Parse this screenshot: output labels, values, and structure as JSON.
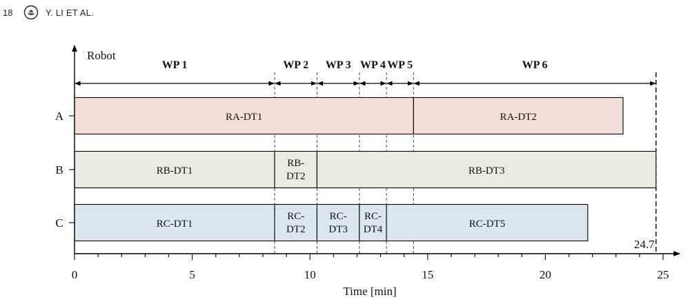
{
  "header": {
    "page_number": "18",
    "logo_icon": "journal-logo-icon",
    "running_head": "Y. LI ET AL."
  },
  "chart_data": {
    "type": "gantt",
    "xlabel": "Time  [min]",
    "ylabel": "Robot",
    "xlim": [
      0,
      25
    ],
    "xticks": [
      0,
      5,
      10,
      15,
      20,
      25
    ],
    "minor_tick_step": 1,
    "robots": [
      "A",
      "B",
      "C"
    ],
    "work_packages": [
      {
        "label": "WP 1",
        "start": 0,
        "end": 8.5
      },
      {
        "label": "WP 2",
        "start": 8.5,
        "end": 10.3
      },
      {
        "label": "WP 3",
        "start": 10.3,
        "end": 12.1
      },
      {
        "label": "WP 4",
        "start": 12.1,
        "end": 13.25
      },
      {
        "label": "WP 5",
        "start": 13.25,
        "end": 14.4
      },
      {
        "label": "WP 6",
        "start": 14.4,
        "end": 24.7
      }
    ],
    "tasks": [
      {
        "robot": "A",
        "label": "RA-DT1",
        "start": 0,
        "end": 14.4
      },
      {
        "robot": "A",
        "label": "RA-DT2",
        "start": 14.4,
        "end": 23.3
      },
      {
        "robot": "B",
        "label": "RB-DT1",
        "start": 0,
        "end": 8.5
      },
      {
        "robot": "B",
        "label": "RB-\nDT2",
        "start": 8.5,
        "end": 10.3
      },
      {
        "robot": "B",
        "label": "RB-DT3",
        "start": 10.3,
        "end": 24.7
      },
      {
        "robot": "C",
        "label": "RC-DT1",
        "start": 0,
        "end": 8.5
      },
      {
        "robot": "C",
        "label": "RC-\nDT2",
        "start": 8.5,
        "end": 10.3
      },
      {
        "robot": "C",
        "label": "RC-\nDT3",
        "start": 10.3,
        "end": 12.1
      },
      {
        "robot": "C",
        "label": "RC-\nDT4",
        "start": 12.1,
        "end": 13.25
      },
      {
        "robot": "C",
        "label": "RC-DT5",
        "start": 13.25,
        "end": 21.8
      }
    ],
    "robot_colors": {
      "A": "#f3dfd8",
      "B": "#e9ebe0",
      "C": "#dbe6f0"
    },
    "makespan": 24.7,
    "makespan_label": "24.7"
  }
}
